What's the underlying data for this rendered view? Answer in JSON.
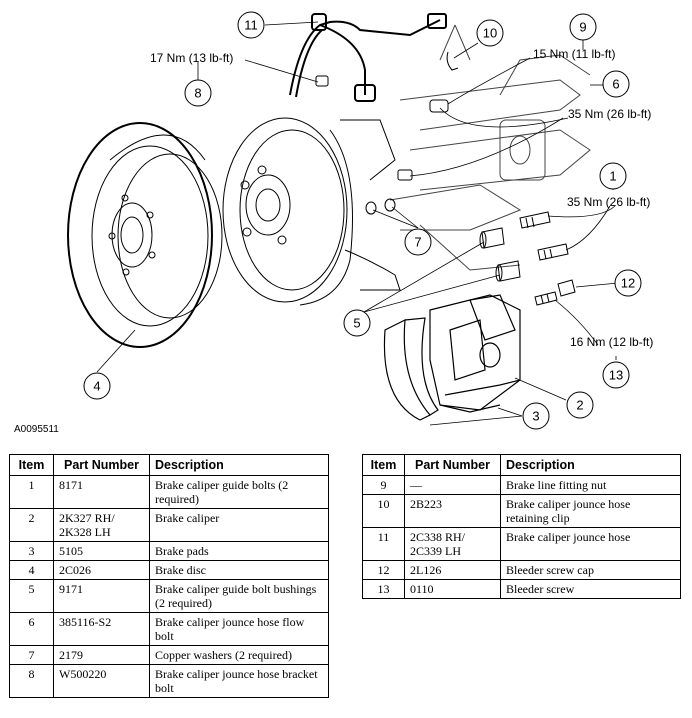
{
  "figure": {
    "figure_id": "A0095511",
    "callouts": {
      "c1": "1",
      "c2": "2",
      "c3": "3",
      "c4": "4",
      "c5": "5",
      "c6": "6",
      "c7": "7",
      "c8": "8",
      "c9": "9",
      "c10": "10",
      "c11": "11",
      "c12": "12",
      "c13": "13"
    },
    "torques": {
      "t8": "17 Nm (13 lb-ft)",
      "t9": "15 Nm (11 lb-ft)",
      "t6": "35 Nm (26 lb-ft)",
      "t1": "35 Nm (26 lb-ft)",
      "t13": "16 Nm (12 lb-ft)"
    }
  },
  "table_headers": {
    "item": "Item",
    "part_number": "Part Number",
    "description": "Description"
  },
  "table_left": [
    {
      "item": "1",
      "part": "8171",
      "desc": "Brake caliper guide bolts (2 required)"
    },
    {
      "item": "2",
      "part": "2K327 RH/ 2K328 LH",
      "desc": "Brake caliper"
    },
    {
      "item": "3",
      "part": "5105",
      "desc": "Brake pads"
    },
    {
      "item": "4",
      "part": "2C026",
      "desc": "Brake disc"
    },
    {
      "item": "5",
      "part": "9171",
      "desc": "Brake caliper guide bolt bushings (2 required)"
    },
    {
      "item": "6",
      "part": "385116-S2",
      "desc": "Brake caliper jounce hose flow bolt"
    },
    {
      "item": "7",
      "part": "2179",
      "desc": "Copper washers (2 required)"
    },
    {
      "item": "8",
      "part": "W500220",
      "desc": "Brake caliper jounce hose bracket bolt"
    }
  ],
  "table_right": [
    {
      "item": "9",
      "part": "—",
      "desc": "Brake line fitting nut"
    },
    {
      "item": "10",
      "part": "2B223",
      "desc": "Brake caliper jounce hose retaining clip"
    },
    {
      "item": "11",
      "part": "2C338 RH/ 2C339 LH",
      "desc": "Brake caliper jounce hose"
    },
    {
      "item": "12",
      "part": "2L126",
      "desc": "Bleeder screw cap"
    },
    {
      "item": "13",
      "part": "0110",
      "desc": "Bleeder screw"
    }
  ]
}
